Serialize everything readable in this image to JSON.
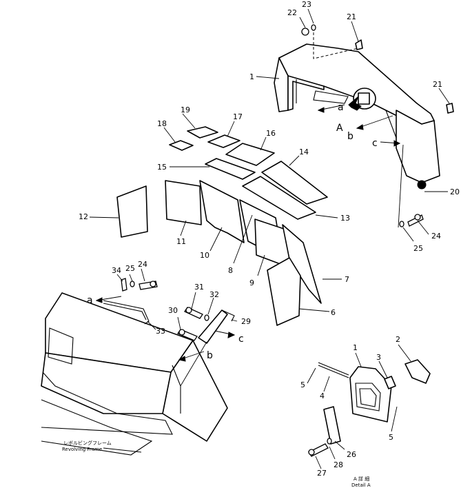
{
  "callouts": [
    {
      "id": "n1",
      "text": "1"
    },
    {
      "id": "n21a",
      "text": "21"
    },
    {
      "id": "n21b",
      "text": "21"
    },
    {
      "id": "n22",
      "text": "22"
    },
    {
      "id": "n23",
      "text": "23"
    },
    {
      "id": "n20",
      "text": "20"
    },
    {
      "id": "n24a",
      "text": "24"
    },
    {
      "id": "n25a",
      "text": "25"
    },
    {
      "id": "n19",
      "text": "19"
    },
    {
      "id": "n18",
      "text": "18"
    },
    {
      "id": "n17",
      "text": "17"
    },
    {
      "id": "n16",
      "text": "16"
    },
    {
      "id": "n15",
      "text": "15"
    },
    {
      "id": "n14",
      "text": "14"
    },
    {
      "id": "n13",
      "text": "13"
    },
    {
      "id": "n12",
      "text": "12"
    },
    {
      "id": "n11",
      "text": "11"
    },
    {
      "id": "n10",
      "text": "10"
    },
    {
      "id": "n8",
      "text": "8"
    },
    {
      "id": "n9",
      "text": "9"
    },
    {
      "id": "n7",
      "text": "7"
    },
    {
      "id": "n6",
      "text": "6"
    },
    {
      "id": "n34",
      "text": "34"
    },
    {
      "id": "n25b",
      "text": "25"
    },
    {
      "id": "n24b",
      "text": "24"
    },
    {
      "id": "n33",
      "text": "33"
    },
    {
      "id": "n31",
      "text": "31"
    },
    {
      "id": "n32",
      "text": "32"
    },
    {
      "id": "n30",
      "text": "30"
    },
    {
      "id": "n29",
      "text": "29"
    },
    {
      "id": "d1",
      "text": "1"
    },
    {
      "id": "d2",
      "text": "2"
    },
    {
      "id": "d3",
      "text": "3"
    },
    {
      "id": "d5a",
      "text": "5"
    },
    {
      "id": "d4",
      "text": "4"
    },
    {
      "id": "d5b",
      "text": "5"
    },
    {
      "id": "d26",
      "text": "26"
    },
    {
      "id": "d28",
      "text": "28"
    },
    {
      "id": "d27",
      "text": "27"
    }
  ],
  "letters": [
    {
      "id": "la1",
      "text": "a"
    },
    {
      "id": "lA",
      "text": "A"
    },
    {
      "id": "lb1",
      "text": "b"
    },
    {
      "id": "lc1",
      "text": "c"
    },
    {
      "id": "la2",
      "text": "a"
    },
    {
      "id": "lc2",
      "text": "c"
    },
    {
      "id": "lb2",
      "text": "b"
    }
  ],
  "captions": {
    "frame_jp": "レボルビングフレーム",
    "frame_en": "Revolving  Frame",
    "detail_jp": "A 詳 細",
    "detail_en": "Detail  A"
  }
}
